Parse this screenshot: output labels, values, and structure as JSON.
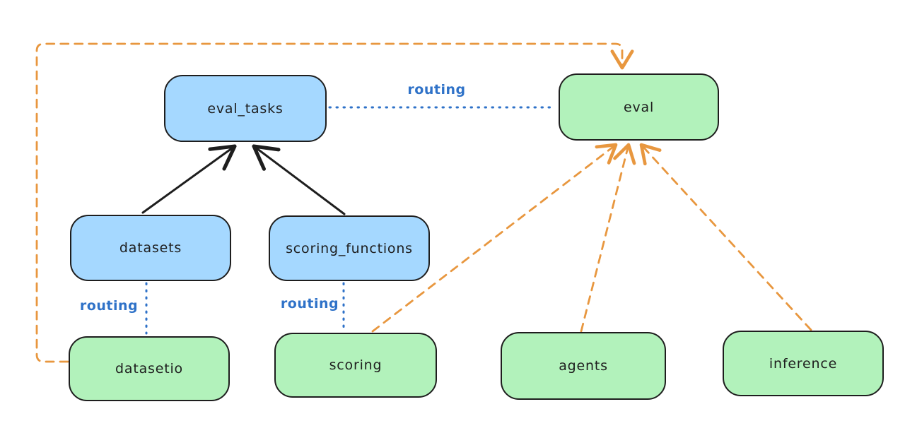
{
  "nodes": {
    "eval_tasks": {
      "label": "eval_tasks"
    },
    "eval": {
      "label": "eval"
    },
    "datasets": {
      "label": "datasets"
    },
    "scoring_functions": {
      "label": "scoring_functions"
    },
    "datasetio": {
      "label": "datasetio"
    },
    "scoring": {
      "label": "scoring"
    },
    "agents": {
      "label": "agents"
    },
    "inference": {
      "label": "inference"
    }
  },
  "edge_labels": {
    "eval_tasks_to_eval": "routing",
    "datasets_to_datasetio": "routing",
    "scoring_functions_to_scoring": "routing"
  },
  "colors": {
    "background": "#ffffff",
    "text": "#1e1e1e",
    "node_stroke": "#1e1e1e",
    "node_blue_fill": "#a5d8ff",
    "node_green_fill": "#b2f2bb",
    "black_arrow": "#1e1e1e",
    "blue_routing": "#2f72c8",
    "orange_arrow": "#e8973f"
  }
}
